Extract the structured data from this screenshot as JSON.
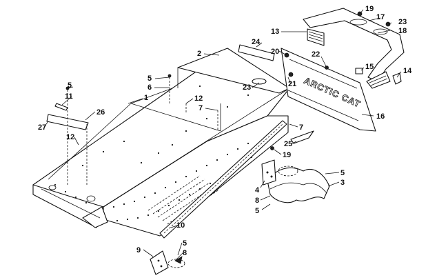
{
  "brand_text": "ARCTIC CAT",
  "callouts": [
    {
      "id": "c19a",
      "label": "19"
    },
    {
      "id": "c17",
      "label": "17"
    },
    {
      "id": "c23a",
      "label": "23"
    },
    {
      "id": "c18",
      "label": "18"
    },
    {
      "id": "c13",
      "label": "13"
    },
    {
      "id": "c24",
      "label": "24"
    },
    {
      "id": "c20",
      "label": "20"
    },
    {
      "id": "c22",
      "label": "22"
    },
    {
      "id": "c15",
      "label": "15"
    },
    {
      "id": "c14",
      "label": "14"
    },
    {
      "id": "c2",
      "label": "2"
    },
    {
      "id": "c5a",
      "label": "5"
    },
    {
      "id": "c6",
      "label": "6"
    },
    {
      "id": "c23b",
      "label": "23"
    },
    {
      "id": "c21",
      "label": "21"
    },
    {
      "id": "c5b",
      "label": "5"
    },
    {
      "id": "c11",
      "label": "11"
    },
    {
      "id": "c1",
      "label": "1"
    },
    {
      "id": "c12a",
      "label": "12"
    },
    {
      "id": "c7a",
      "label": "7"
    },
    {
      "id": "c16",
      "label": "16"
    },
    {
      "id": "c26",
      "label": "26"
    },
    {
      "id": "c27",
      "label": "27"
    },
    {
      "id": "c12b",
      "label": "12"
    },
    {
      "id": "c7b",
      "label": "7"
    },
    {
      "id": "c25",
      "label": "25"
    },
    {
      "id": "c19b",
      "label": "19"
    },
    {
      "id": "c5c",
      "label": "5"
    },
    {
      "id": "c3",
      "label": "3"
    },
    {
      "id": "c4",
      "label": "4"
    },
    {
      "id": "c8a",
      "label": "8"
    },
    {
      "id": "c5d",
      "label": "5"
    },
    {
      "id": "c10",
      "label": "10"
    },
    {
      "id": "c9",
      "label": "9"
    },
    {
      "id": "c5e",
      "label": "5"
    },
    {
      "id": "c8b",
      "label": "8"
    }
  ]
}
